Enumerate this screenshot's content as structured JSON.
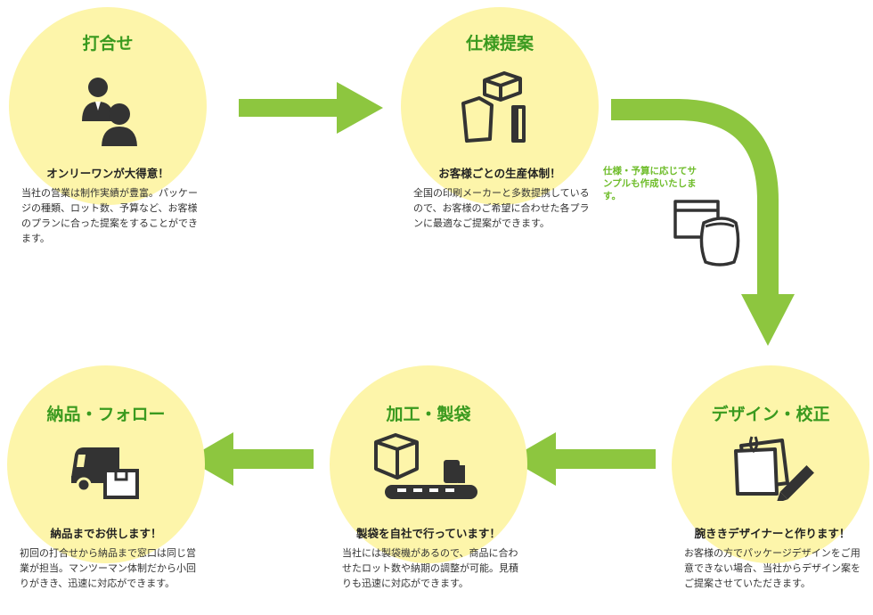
{
  "steps": [
    {
      "title": "打合せ",
      "headline": "オンリーワンが大得意！",
      "desc": "当社の営業は制作実績が豊富。パッケージの種類、ロット数、予算など、お客様のプランに合った提案をすることができます。"
    },
    {
      "title": "仕様提案",
      "headline": "お客様ごとの生産体制！",
      "desc": "全国の印刷メーカーと多数提携しているので、お客様のご希望に合わせた各プランに最適なご提案ができます。"
    },
    {
      "title": "デザイン・校正",
      "headline": "腕ききデザイナーと作ります！",
      "desc": "お客様の方でパッケージデザインをご用意できない場合、当社からデザイン案をご提案させていただきます。"
    },
    {
      "title": "加工・製袋",
      "headline": "製袋を自社で行っています！",
      "desc": "当社には製袋機があるので、商品に合わせたロット数や納期の調整が可能。見積りも迅速に対応ができます。"
    },
    {
      "title": "納品・フォロー",
      "headline": "納品までお供します！",
      "desc": "初回の打合せから納品まで窓口は同じ営業が担当。マンツーマン体制だから小回りがきき、迅速に対応ができます。"
    }
  ],
  "sample_note": "仕様・予算に応じてサンプルも作成いたします。",
  "colors": {
    "circle": "#fdf5aa",
    "title": "#3a9a1f",
    "arrow": "#8dc63f",
    "icon": "#333333"
  },
  "icons": [
    "people-icon",
    "package-icon",
    "sample-bags-icon",
    "memo-pencil-icon",
    "conveyor-box-icon",
    "delivery-truck-icon"
  ]
}
